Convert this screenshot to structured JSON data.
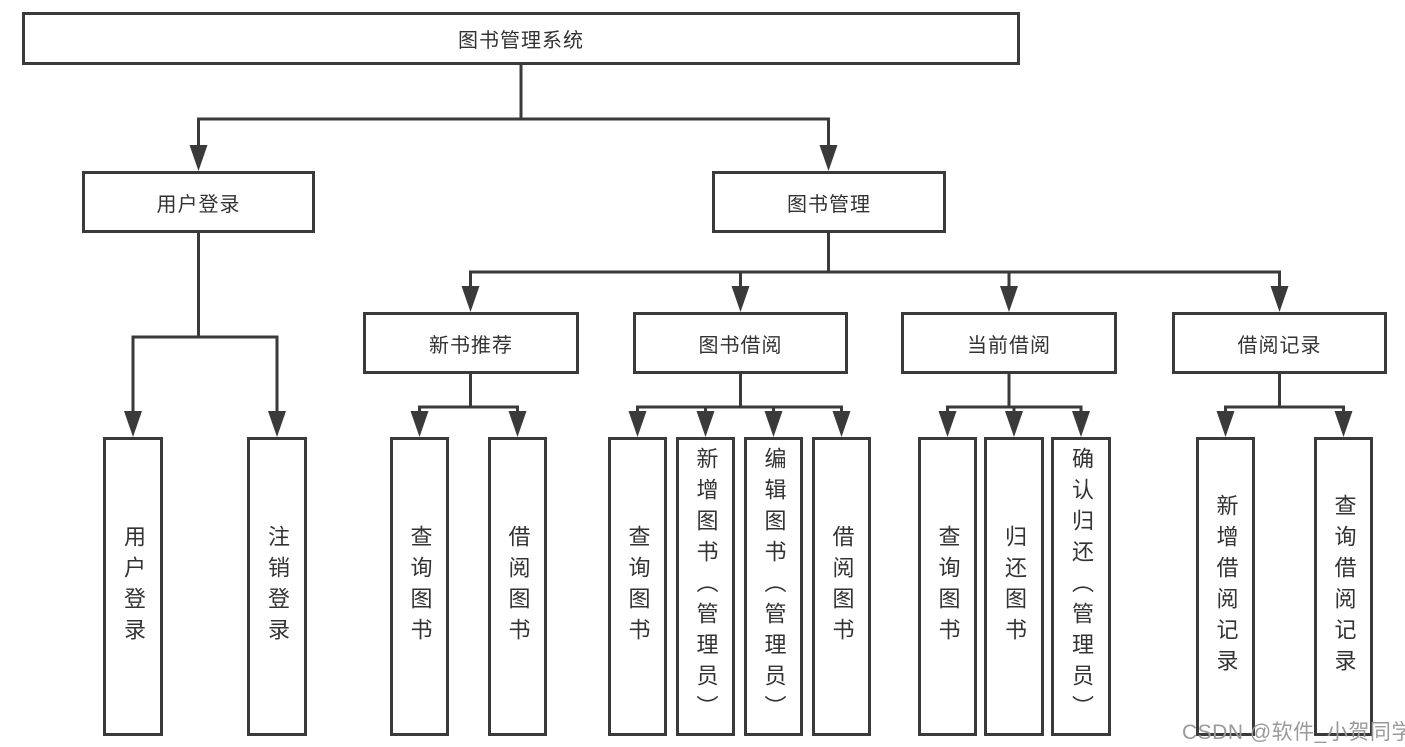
{
  "diagram": {
    "root": {
      "label": "图书管理系统"
    },
    "level2": {
      "user_login": {
        "label": "用户登录"
      },
      "book_management": {
        "label": "图书管理"
      }
    },
    "level3": {
      "new_book_recommend": {
        "label": "新书推荐"
      },
      "book_borrow": {
        "label": "图书借阅"
      },
      "current_borrow": {
        "label": "当前借阅"
      },
      "borrow_records": {
        "label": "借阅记录"
      }
    },
    "leaves": {
      "user_login": [
        {
          "label": "用户登录"
        },
        {
          "label": "注销登录"
        }
      ],
      "new_book_recommend": [
        {
          "label": "查询图书"
        },
        {
          "label": "借阅图书"
        }
      ],
      "book_borrow": [
        {
          "label": "查询图书"
        },
        {
          "label": "新增图书（管理员）"
        },
        {
          "label": "编辑图书（管理员）"
        },
        {
          "label": "借阅图书"
        }
      ],
      "current_borrow": [
        {
          "label": "查询图书"
        },
        {
          "label": "归还图书"
        },
        {
          "label": "确认归还（管理员）"
        }
      ],
      "borrow_records": [
        {
          "label": "新增借阅记录"
        },
        {
          "label": "查询借阅记录"
        }
      ]
    }
  },
  "watermark": {
    "text": "CSDN @软件_小贺同学"
  },
  "colors": {
    "line": "#3a3a3a",
    "text": "#333333",
    "background": "#ffffff",
    "watermark": "#9a9a9a"
  }
}
